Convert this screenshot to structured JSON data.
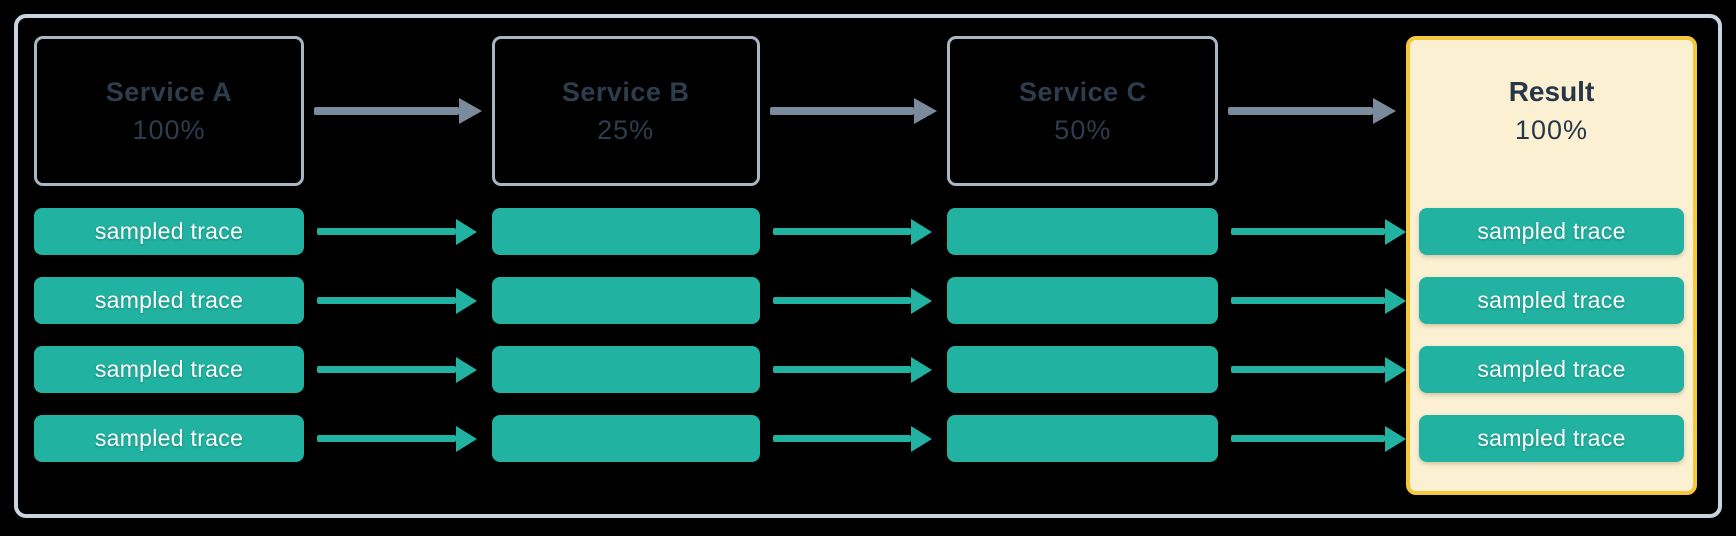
{
  "diagram": {
    "title_hint": "distributed trace sampling flow",
    "columns": [
      {
        "title": "Service A",
        "rate": "100%"
      },
      {
        "title": "Service B",
        "rate": "25%"
      },
      {
        "title": "Service C",
        "rate": "50%"
      },
      {
        "title": "Result",
        "rate": "100%"
      }
    ],
    "trace_label": "sampled trace",
    "trace_rows": 4,
    "colors": {
      "background": "#000000",
      "frame_border": "#C9D4E0",
      "service_box_border": "#A9B6C4",
      "service_text": "#2E3D4E",
      "flow_arrow_gray": "#7A8B9B",
      "trace_teal": "#21B2A1",
      "trace_text": "#FFFFFF",
      "result_fill": "#FBF0D2",
      "result_border": "#F6C63C"
    }
  }
}
